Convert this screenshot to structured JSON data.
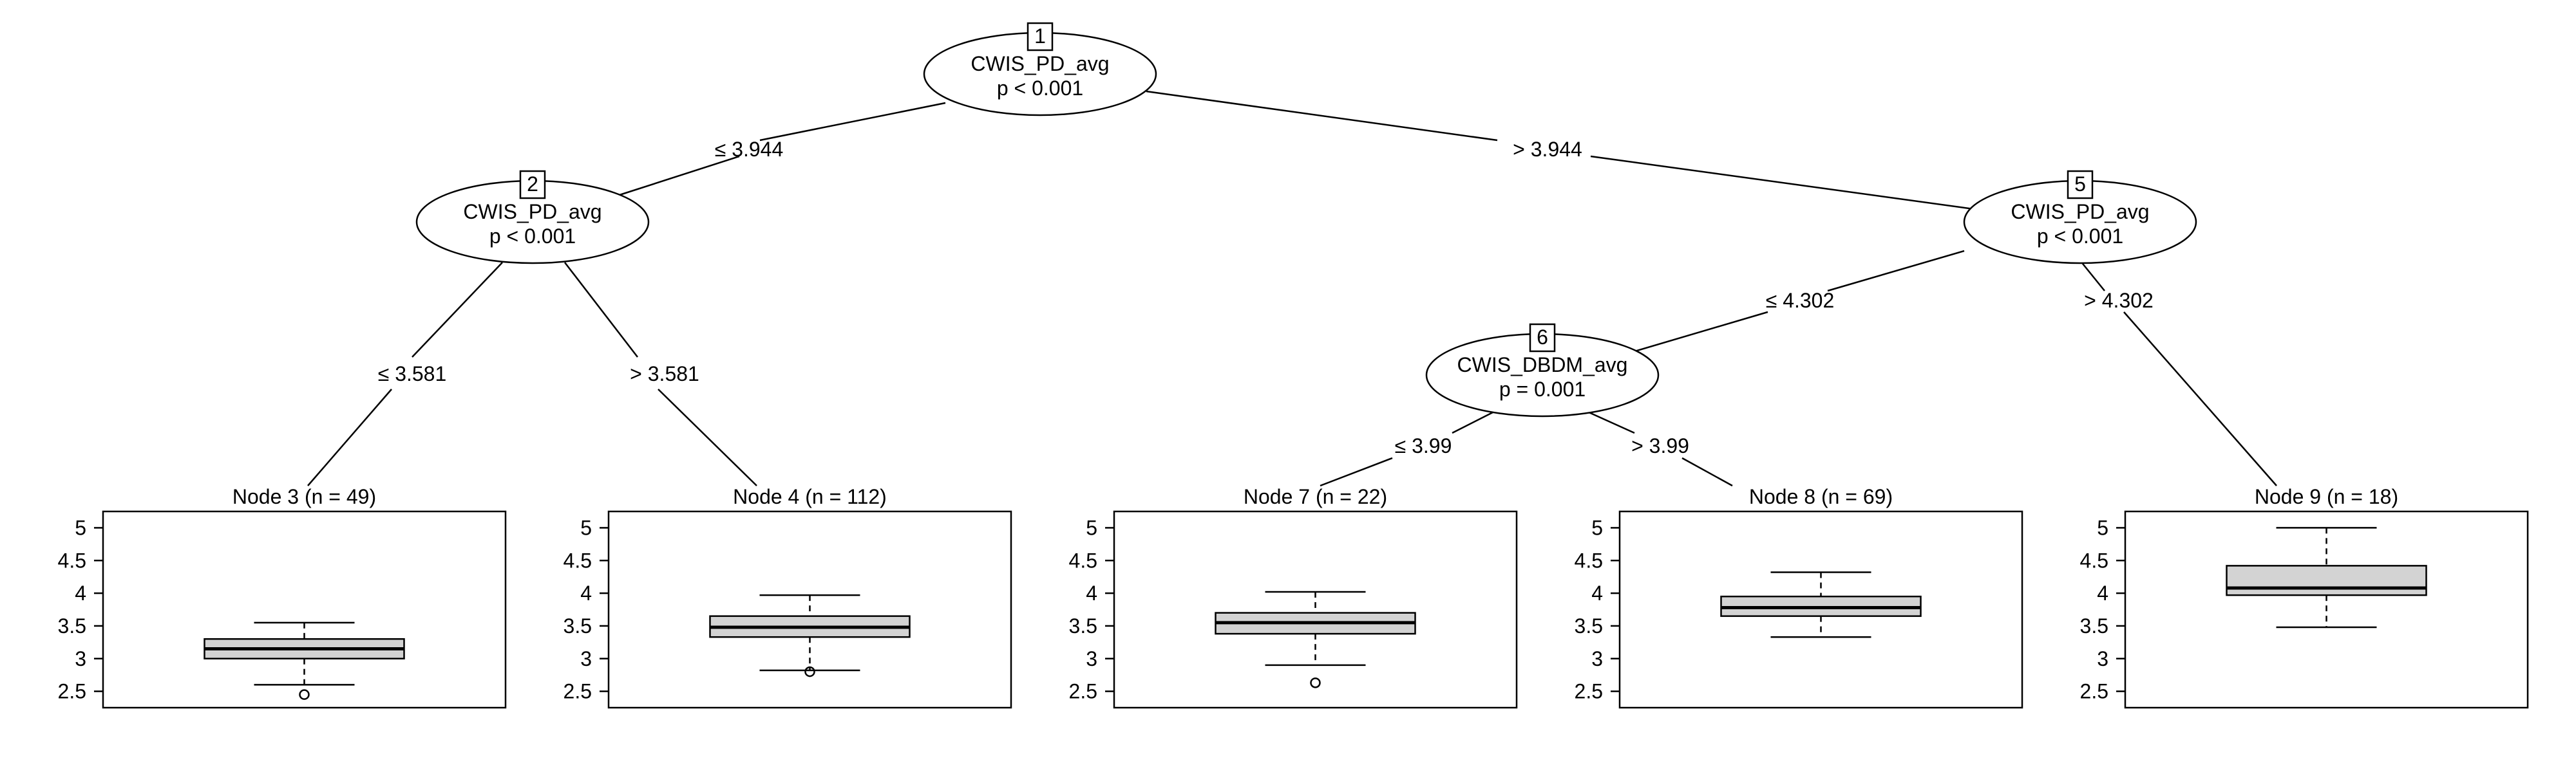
{
  "tree": {
    "inner_nodes": [
      {
        "id": "1",
        "variable": "CWIS_PD_avg",
        "pvalue": "p < 0.001"
      },
      {
        "id": "2",
        "variable": "CWIS_PD_avg",
        "pvalue": "p < 0.001"
      },
      {
        "id": "5",
        "variable": "CWIS_PD_avg",
        "pvalue": "p < 0.001"
      },
      {
        "id": "6",
        "variable": "CWIS_DBDM_avg",
        "pvalue": "p = 0.001"
      }
    ],
    "splits": [
      {
        "label": "≤ 3.944"
      },
      {
        "label": "> 3.944"
      },
      {
        "label": "≤ 3.581"
      },
      {
        "label": "> 3.581"
      },
      {
        "label": "≤ 4.302"
      },
      {
        "label": "> 4.302"
      },
      {
        "label": "≤ 3.99"
      },
      {
        "label": "> 3.99"
      }
    ],
    "terminal_nodes": [
      {
        "title": "Node 3 (n = 49)",
        "n": 49,
        "box": {
          "whisker_low": 2.6,
          "q1": 3.0,
          "median": 3.15,
          "q3": 3.3,
          "whisker_high": 3.55,
          "outliers": [
            2.45
          ]
        }
      },
      {
        "title": "Node 4 (n = 112)",
        "n": 112,
        "box": {
          "whisker_low": 2.82,
          "q1": 3.33,
          "median": 3.48,
          "q3": 3.65,
          "whisker_high": 3.97,
          "outliers": [
            2.8
          ]
        }
      },
      {
        "title": "Node 7 (n = 22)",
        "n": 22,
        "box": {
          "whisker_low": 2.9,
          "q1": 3.38,
          "median": 3.55,
          "q3": 3.7,
          "whisker_high": 4.02,
          "outliers": [
            2.63
          ]
        }
      },
      {
        "title": "Node 8 (n = 69)",
        "n": 69,
        "box": {
          "whisker_low": 3.33,
          "q1": 3.65,
          "median": 3.78,
          "q3": 3.95,
          "whisker_high": 4.32,
          "outliers": []
        }
      },
      {
        "title": "Node 9 (n = 18)",
        "n": 18,
        "box": {
          "whisker_low": 3.48,
          "q1": 3.97,
          "median": 4.08,
          "q3": 4.42,
          "whisker_high": 5.0,
          "outliers": []
        }
      }
    ],
    "y_axis": {
      "ticks": [
        "2.5",
        "3",
        "3.5",
        "4",
        "4.5",
        "5"
      ],
      "range": [
        2.25,
        5.25
      ]
    }
  },
  "colors": {
    "line": "#000000",
    "box_fill": "#d3d3d3",
    "background": "#ffffff"
  }
}
